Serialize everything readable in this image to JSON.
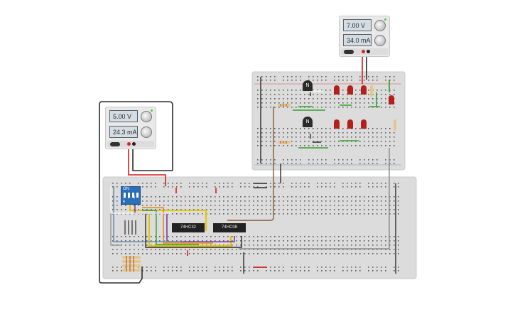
{
  "psu_main": {
    "voltage": "5.00 V",
    "current": "24.3 mA"
  },
  "psu_top": {
    "voltage": "7.00 V",
    "current": "34.0 mA"
  },
  "dip_switch": {
    "label": "ON",
    "numbers": "1 2 3 4"
  },
  "chips": [
    {
      "label": "74HC32"
    },
    {
      "label": "74HC08"
    }
  ],
  "transistors": [
    {
      "label": "N"
    },
    {
      "label": "N"
    }
  ],
  "colors": {
    "breadboard": "#dcdcdc",
    "wire_red": "#d31f1f",
    "wire_black": "#2c2c2c",
    "wire_brown": "#8a5a2b",
    "wire_green": "#33a02c",
    "led_red": "#b3201c"
  }
}
